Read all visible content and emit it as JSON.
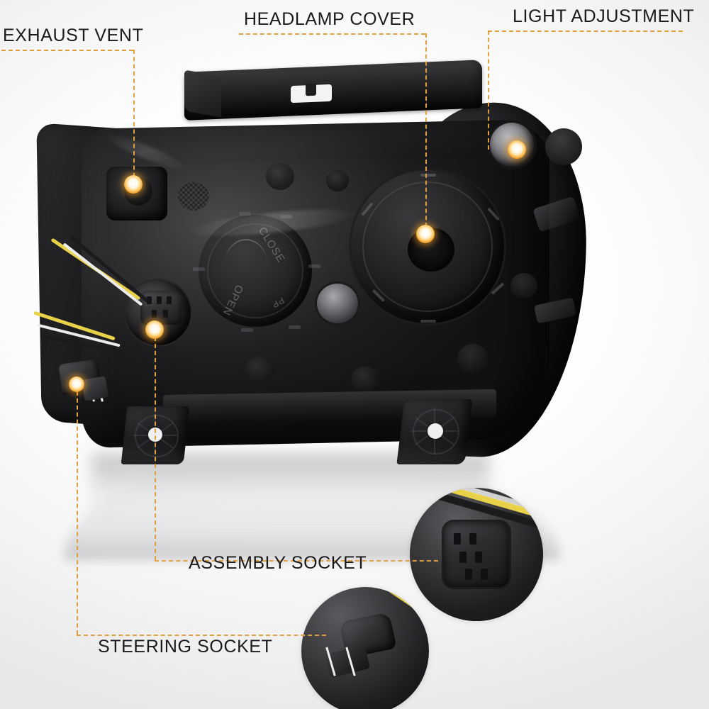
{
  "figure": {
    "title": "Headlamp assembly annotated diagram",
    "accent_color": "#E0A040",
    "label_color": "#1A1A1A",
    "background": "#FFFFFF"
  },
  "callouts": [
    {
      "id": "exhaust-vent",
      "label": "EXHAUST VENT"
    },
    {
      "id": "headlamp-cover",
      "label": "HEADLAMP COVER"
    },
    {
      "id": "light-adjustment",
      "label": "LIGHT ADJUSTMENT"
    },
    {
      "id": "assembly-socket",
      "label": "ASSEMBLY SOCKET"
    },
    {
      "id": "steering-socket",
      "label": "STEERING SOCKET"
    }
  ],
  "part_markings": {
    "cap_close": "CLOSE",
    "cap_open": "OPEN",
    "cap_material": "PP"
  }
}
